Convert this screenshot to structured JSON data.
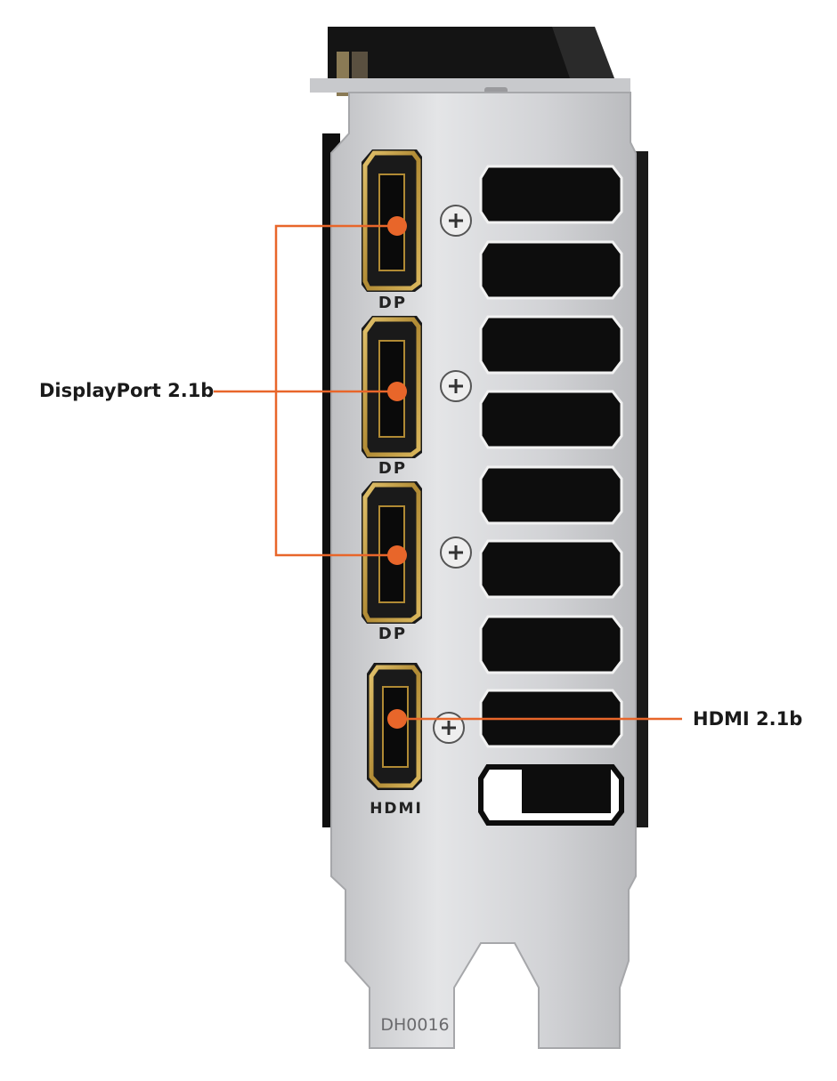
{
  "callouts": {
    "displayport": "DisplayPort 2.1b",
    "hdmi": "HDMI 2.1b"
  },
  "port_labels": {
    "dp": "DP",
    "hdmi": "HDMI"
  },
  "bracket_marking": "DH0016",
  "colors": {
    "accent": "#e8662a",
    "bracket": "#d6d6d8",
    "port_gold": "#c9a24a",
    "cooler": "#111111"
  }
}
